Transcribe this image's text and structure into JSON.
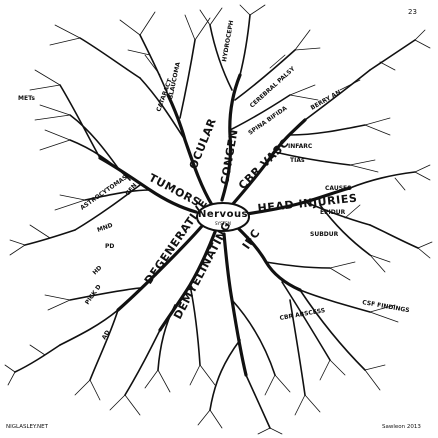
{
  "page": {
    "number": "23",
    "signature": "Sawleon 2013",
    "website": "NIGLASLEY.NET"
  },
  "center": {
    "title": "Nervous",
    "subtitle": "SYSTEM"
  },
  "branches": [
    {
      "id": "ocular",
      "label": "OCULAR"
    },
    {
      "id": "congen",
      "label": "CONGEN"
    },
    {
      "id": "cbr-vasc",
      "label": "CBR VASC"
    },
    {
      "id": "head-injuries",
      "label": "HEAD INJURIES"
    },
    {
      "id": "ifc",
      "label": "IFC"
    },
    {
      "id": "demyelinating",
      "label": "DEMYELINATING"
    },
    {
      "id": "degenerative",
      "label": "DEGENERATIVE"
    },
    {
      "id": "tumors",
      "label": "TUMORS"
    }
  ],
  "sub_labels": {
    "astrocytomas": "ASTROCYTOMAS",
    "gen": "GEN",
    "met": "METs",
    "pd": "PD",
    "mnd": "MND",
    "hd": "HD",
    "ad": "AD",
    "pick": "PICK D",
    "infarc": "INFARC",
    "tias": "TIAs",
    "causes": "CAUSES",
    "epidur": "EPIDUR",
    "subdur": "SUBDUR",
    "cbr-abscess": "CBR ABSCESS",
    "csf": "CSF FINDINGS",
    "cerebral-palsy": "CEREBRAL PALSY",
    "spina-bifida": "SPINA BIFIDA",
    "cataract": "CATARACT",
    "glaucoma": "GLAUCOMA",
    "hydroceph": "HYDROCEPH",
    "berry-an": "BERRY AN"
  }
}
